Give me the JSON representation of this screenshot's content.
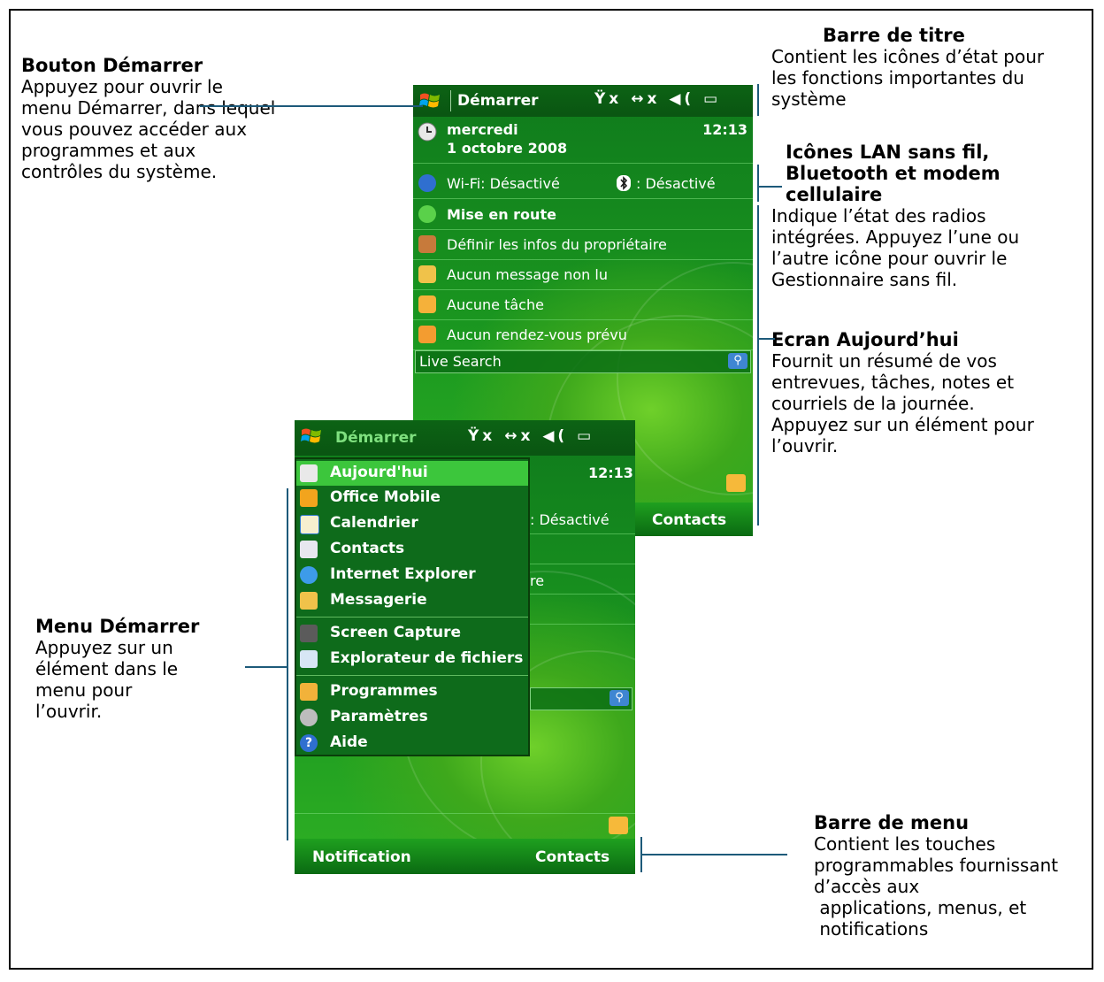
{
  "callouts": {
    "start_button": {
      "title": "Bouton Démarrer",
      "body": "Appuyez pour ouvrir le\nmenu Démarrer, dans lequel\nvous pouvez accéder aux\nprogrammes et aux\ncontrôles du système."
    },
    "title_bar": {
      "title": "Barre de titre",
      "body": "Contient les icônes d’état pour\nles fonctions importantes du\nsystème"
    },
    "wireless": {
      "title": "Icônes LAN sans fil,\nBluetooth et modem\ncellulaire",
      "body": "Indique l’état des radios\nintégrées. Appuyez l’une ou\nl’autre icône pour ouvrir le\nGestionnaire sans fil."
    },
    "today": {
      "title": "Ecran Aujourd’hui",
      "body": "Fournit un résumé de vos\nentrevues, tâches, notes et\ncourriels de la journée.\nAppuyez sur un élément pour\nl’ouvrir."
    },
    "start_menu": {
      "title": "Menu Démarrer",
      "body": "Appuyez sur un\nélément dans le\nmenu pour\nl’ouvrir."
    },
    "menu_bar": {
      "title": "Barre de menu",
      "body": "Contient les touches\nprogrammables fournissant\nd’accès aux\n applications, menus, et\n notifications"
    }
  },
  "today_screen": {
    "title": "Démarrer",
    "status_icons": "Ÿx ↔x ◀( ▭",
    "date_day": "mercredi",
    "date_full": "1 octobre 2008",
    "time": "12:13",
    "wifi": "Wi-Fi: Désactivé",
    "bluetooth": ": Désactivé",
    "items": [
      "Mise en route",
      "Définir les infos du propriétaire",
      "Aucun message non lu",
      "Aucune tâche",
      "Aucun rendez-vous prévu"
    ],
    "search_label": "Live Search",
    "softkey_right": "Contacts"
  },
  "start_screen": {
    "title": "Démarrer",
    "status_icons": "Ÿx ↔x ◀( ▭",
    "time": "12:13",
    "bt_fragment": ": Désactivé",
    "row_fragment": "re",
    "softkey_left": "Notification",
    "softkey_right": "Contacts",
    "menu_items": [
      "Aujourd'hui",
      "Office Mobile",
      "Calendrier",
      "Contacts",
      "Internet Explorer",
      "Messagerie",
      "Screen Capture",
      "Explorateur de fichiers",
      "Programmes",
      "Paramètres",
      "Aide"
    ]
  },
  "colors": {
    "accent_green": "#1c9a20",
    "selected": "#3cc63c",
    "leader_line": "#1d5a7a"
  }
}
